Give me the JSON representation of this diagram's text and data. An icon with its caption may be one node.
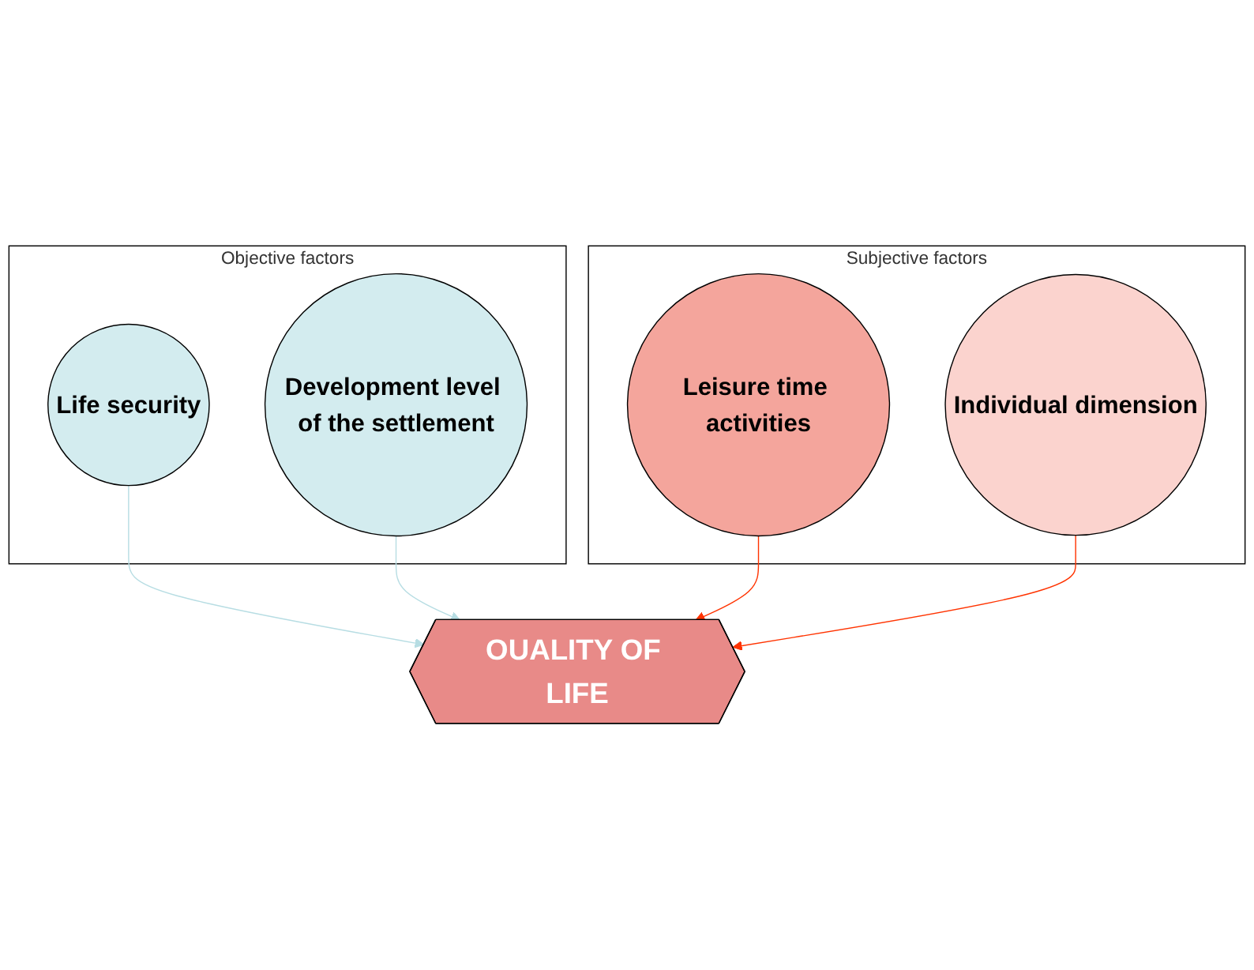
{
  "diagram": {
    "nodes": [
      {
        "text": [
          "Objective factors"
        ]
      },
      {
        "text": [
          "Life security"
        ],
        "in": 0
      },
      {
        "text": [
          "Development level of the settlement"
        ],
        "in": 0
      },
      {
        "text": [
          "OUALITY OF LIFE"
        ]
      },
      {
        "text": [
          "Subjective factors"
        ]
      },
      {
        "text": [
          "Leisure time activities"
        ],
        "in": 4
      },
      {
        "text": [
          "Individual dimension"
        ],
        "in": 4
      }
    ],
    "edges": [
      {
        "from": 1,
        "to": 3,
        "arrow": "to",
        "color": "#b7dde3"
      },
      {
        "from": 2,
        "to": 3,
        "arrow": "to",
        "color": "#b7dde3"
      },
      {
        "from": 5,
        "to": 3,
        "arrow": "to",
        "color": "#ff3300"
      },
      {
        "from": 6,
        "to": 3,
        "arrow": "to",
        "color": "#ff3300"
      }
    ]
  }
}
